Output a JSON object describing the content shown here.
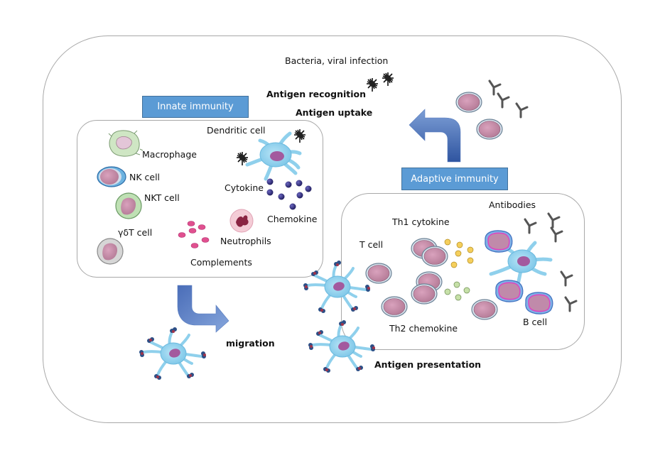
{
  "diagram": {
    "title": "Innate and adaptive immunity",
    "regions": {
      "innate": {
        "label": "Innate immunity"
      },
      "adaptive": {
        "label": "Adaptive immunity"
      }
    },
    "top_labels": {
      "infection": "Bacteria, viral infection",
      "recognition": "Antigen recognition",
      "uptake": "Antigen uptake"
    },
    "innate_cells": {
      "macrophage": "Macrophage",
      "nk": "NK cell",
      "nkt": "NKT cell",
      "gdt": "γδT cell",
      "dendritic": "Dendritic cell",
      "cytokine": "Cytokine",
      "chemokine": "Chemokine",
      "neutrophils": "Neutrophils",
      "complements": "Complements"
    },
    "adaptive_cells": {
      "tcell": "T cell",
      "th1": "Th1 cytokine",
      "th2": "Th2 chemokine",
      "antibodies": "Antibodies",
      "bcell": "B cell"
    },
    "process_labels": {
      "migration": "migration",
      "presentation": "Antigen presentation"
    },
    "colors": {
      "banner": "#5b9bd5",
      "arrow": "#4a72b8",
      "cell_body": "#c98aa8",
      "dendritic": "#8fd0ec",
      "cytokine": "#33307a",
      "complement": "#e0508f",
      "th1": "#f0c850",
      "th2": "#b8d89a",
      "antibody": "#555555"
    }
  }
}
